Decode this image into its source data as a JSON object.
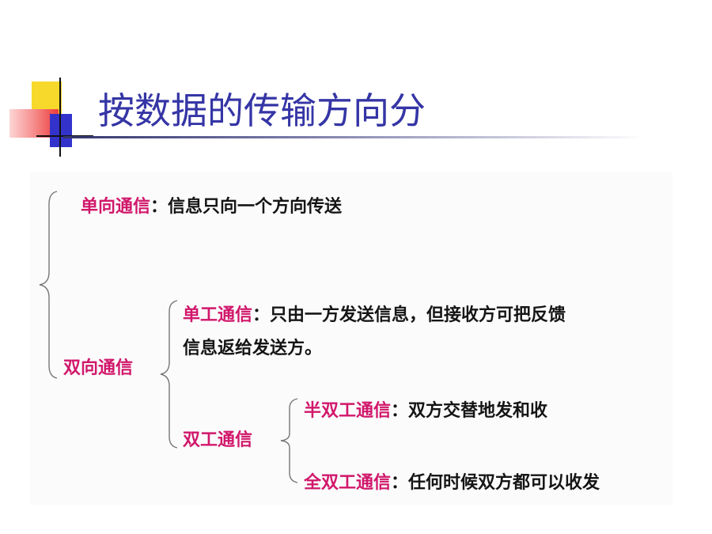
{
  "slide": {
    "title": "按数据的传输方向分",
    "colors": {
      "title": "#3535a6",
      "term": "#d1176b",
      "text": "#151515",
      "deco_yellow": "#f7d92c",
      "deco_blue": "#3333cc",
      "deco_red": "#ef3b3b"
    }
  },
  "simplex": {
    "term": "单向通信",
    "colon": "：",
    "definition": "信息只向一个方向传送"
  },
  "duplex_group": {
    "term": "双向通信"
  },
  "half_simplex": {
    "term": "单工通信",
    "colon": "：",
    "definition_line1": "只由一方发送信息，但接收方可把反馈",
    "definition_line2": "信息返给发送方。"
  },
  "duplex": {
    "term": "双工通信"
  },
  "half_duplex": {
    "term": "半双工通信",
    "colon": "：",
    "definition": "双方交替地发和收"
  },
  "full_duplex": {
    "term": "全双工通信",
    "colon": "：",
    "definition": "任何时候双方都可以收发"
  }
}
